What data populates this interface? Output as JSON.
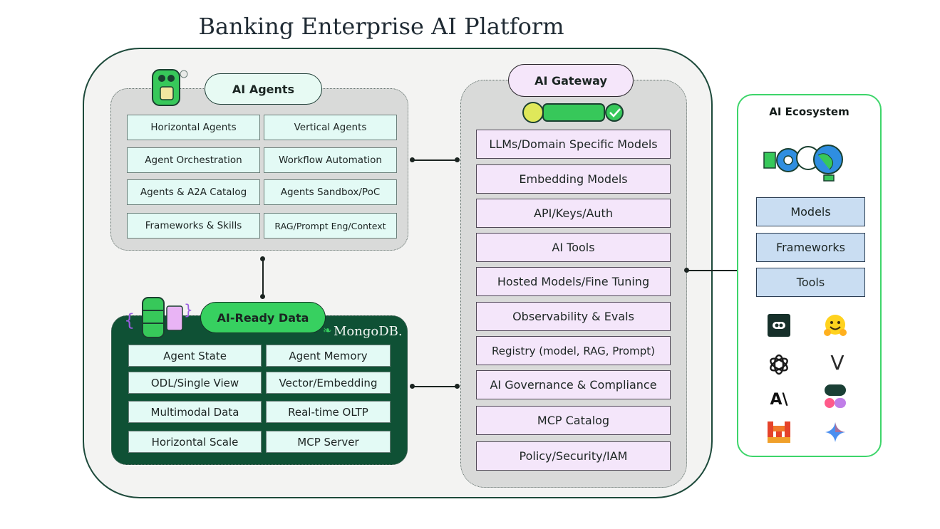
{
  "title": "Banking Enterprise AI Platform",
  "ai_agents": {
    "label": "AI Agents",
    "items": [
      "Horizontal Agents",
      "Vertical Agents",
      "Agent Orchestration",
      "Workflow Automation",
      "Agents & A2A Catalog",
      "Agents Sandbox/PoC",
      "Frameworks & Skills",
      "RAG/Prompt Eng/Context"
    ]
  },
  "ai_gateway": {
    "label": "AI Gateway",
    "items": [
      "LLMs/Domain Specific Models",
      "Embedding Models",
      "API/Keys/Auth",
      "AI Tools",
      "Hosted Models/Fine Tuning",
      "Observability & Evals",
      "Registry (model, RAG, Prompt)",
      "AI Governance & Compliance",
      "MCP Catalog",
      "Policy/Security/IAM"
    ]
  },
  "ai_ready_data": {
    "label": "AI-Ready Data",
    "brand": "MongoDB.",
    "items": [
      "Agent State",
      "Agent Memory",
      "ODL/Single View",
      "Vector/Embedding",
      "Multimodal Data",
      "Real-time OLTP",
      "Horizontal Scale",
      "MCP Server"
    ]
  },
  "ai_ecosystem": {
    "label": "AI Ecosystem",
    "items": [
      "Models",
      "Frameworks",
      "Tools"
    ],
    "logos": [
      "dark-square-logo-icon",
      "hugging-face-icon",
      "openai-icon",
      "v-logo-icon",
      "anthropic-icon",
      "multicolor-logo-icon",
      "mistral-icon",
      "gemini-icon"
    ],
    "logo_texts": [
      "V",
      "A\\"
    ]
  },
  "colors": {
    "platform_border": "#1d4a3b",
    "data_panel": "#0f5135",
    "ecosystem_border": "#3dd56a",
    "agent_cell": "#e3faf5",
    "gateway_cell": "#f4e6fa",
    "ecosystem_cell": "#c9ddf2"
  }
}
